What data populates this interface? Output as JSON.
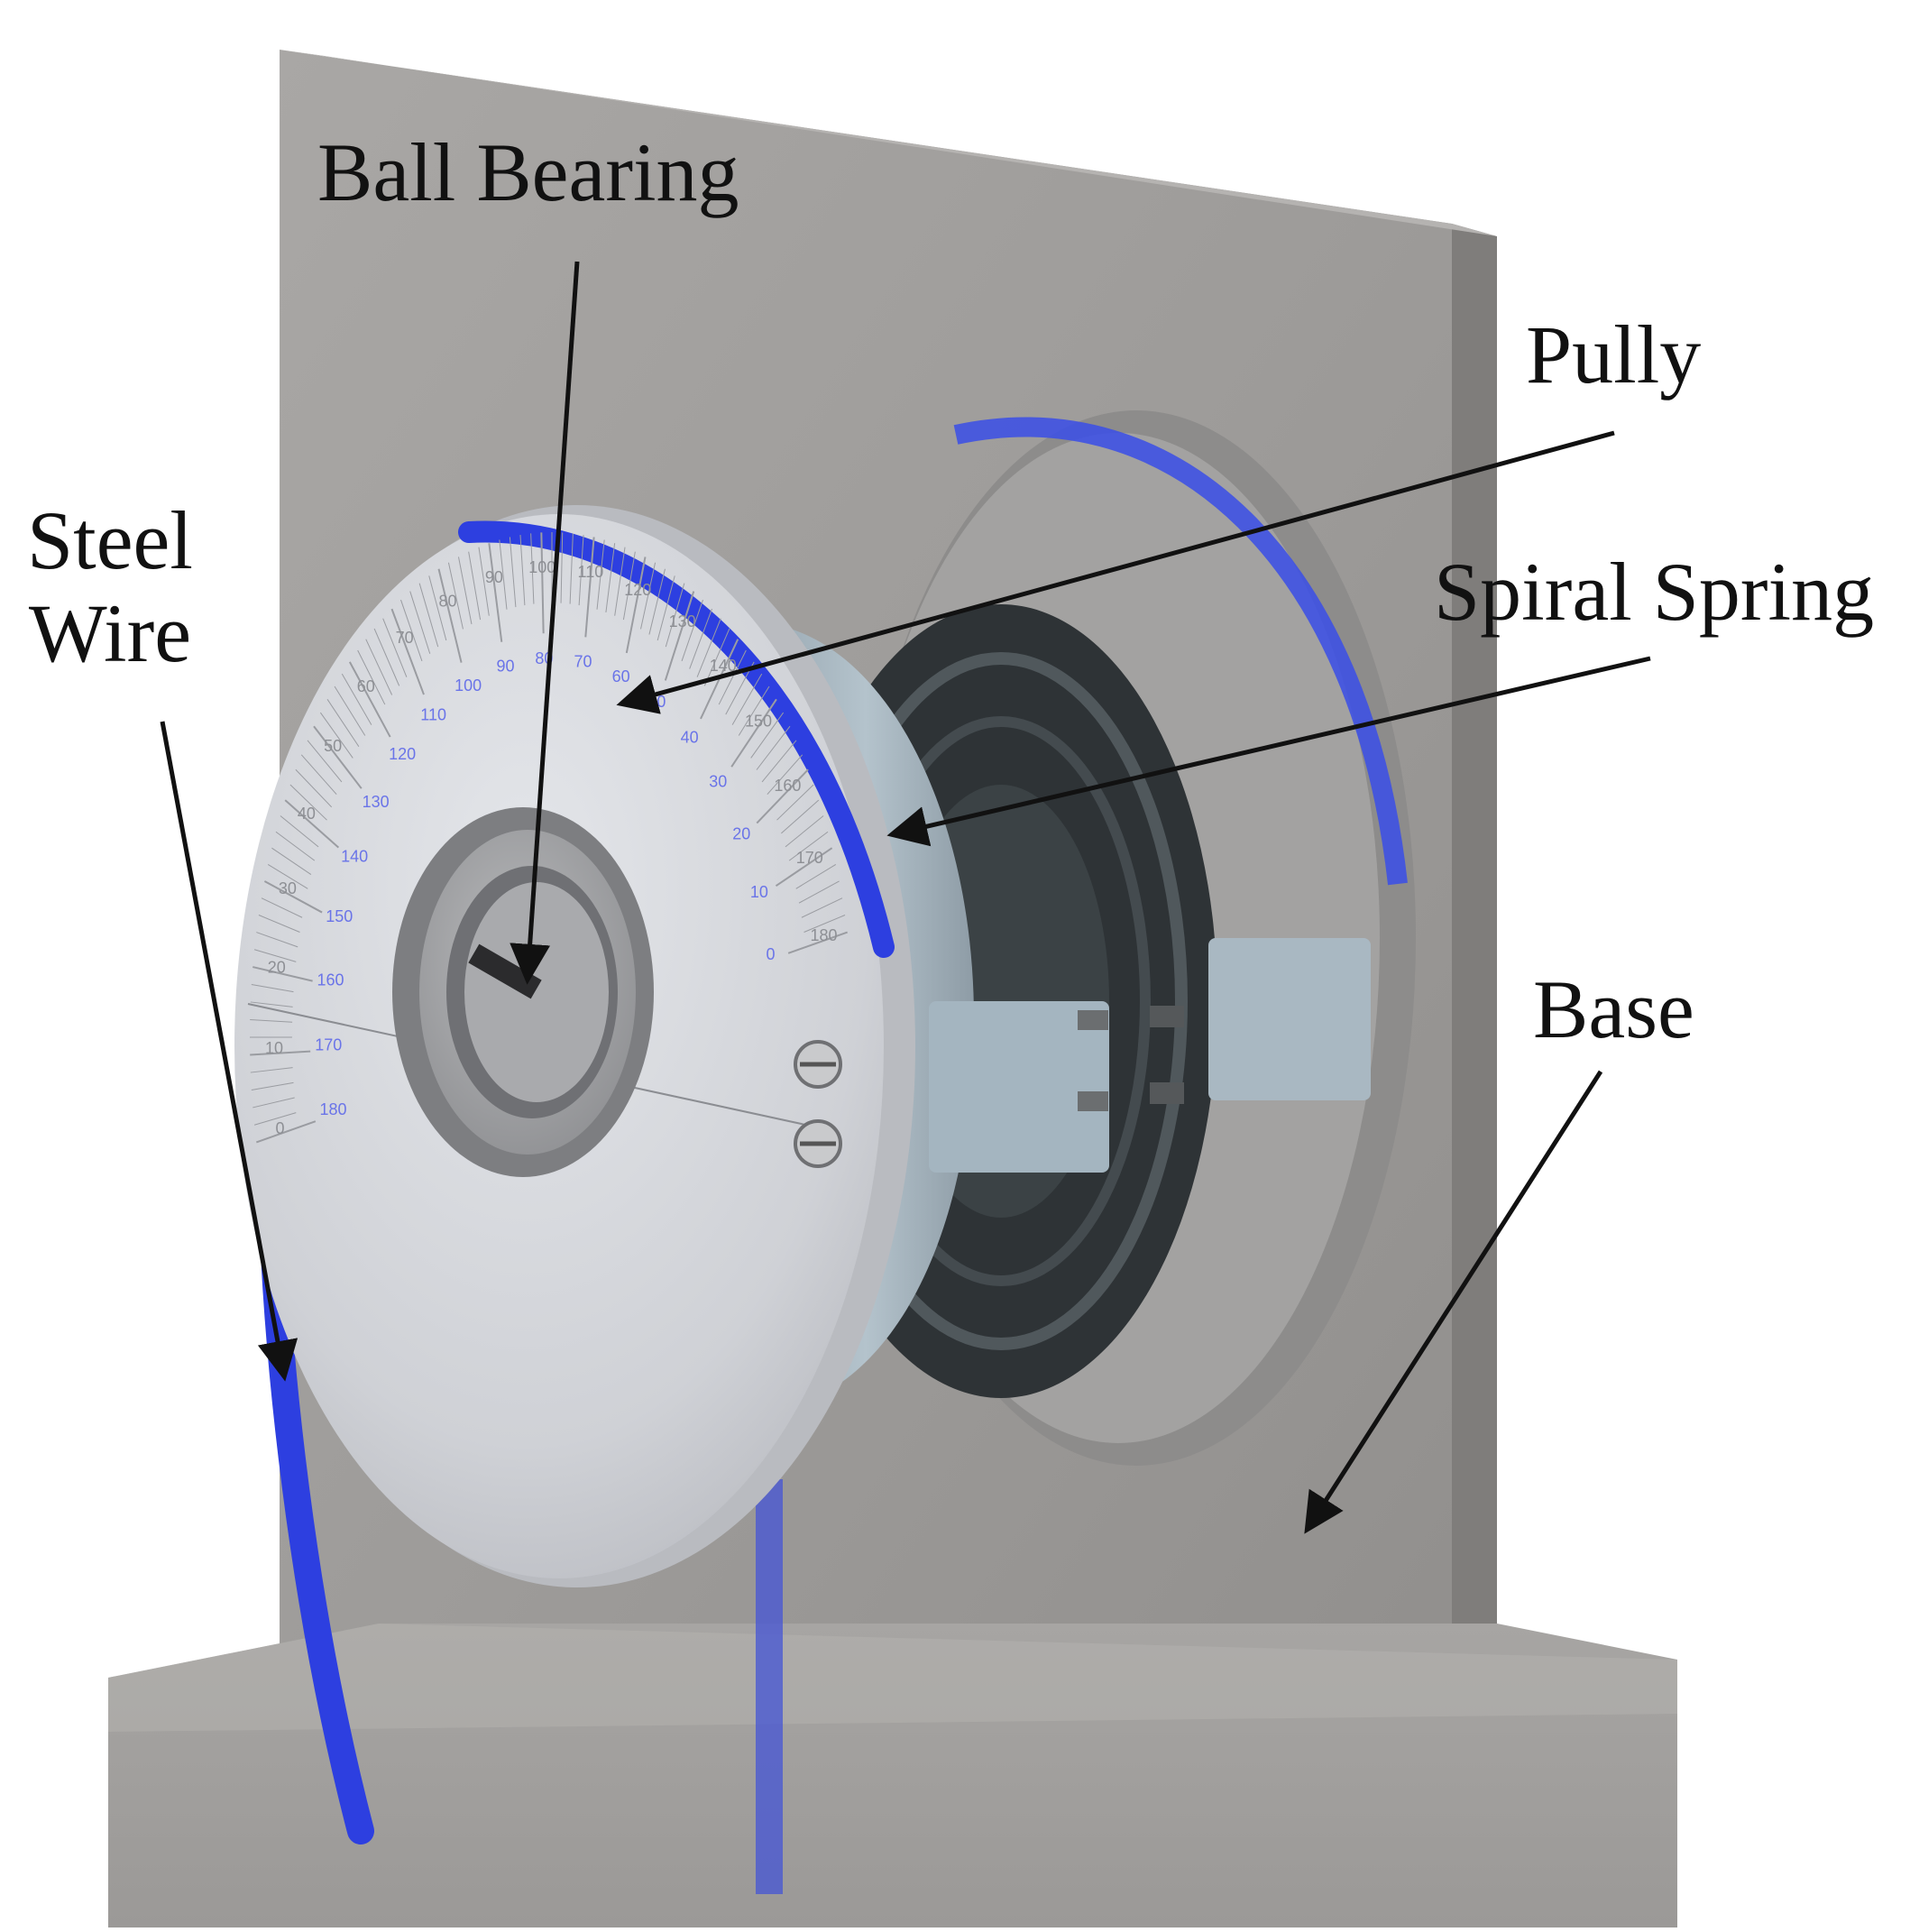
{
  "labels": {
    "ball_bearing": "Ball Bearing",
    "pully": "Pully",
    "spiral_spring": "Spiral Spring",
    "steel_wire_line1": "Steel",
    "steel_wire_line2": "Wire",
    "base": "Base"
  },
  "dial": {
    "outer_scale": [
      "0",
      "10",
      "20",
      "30",
      "40",
      "50",
      "60",
      "70",
      "80",
      "90",
      "100",
      "110",
      "120",
      "130",
      "140",
      "150",
      "160",
      "170",
      "180"
    ],
    "inner_scale": [
      "180",
      "170",
      "160",
      "150",
      "140",
      "130",
      "120",
      "110",
      "100",
      "90",
      "80",
      "70",
      "60",
      "50",
      "40",
      "30",
      "20",
      "10",
      "0"
    ]
  },
  "colors": {
    "wire": "#2d3fe0",
    "base": "#9a9896",
    "plate": "#c9cbd0",
    "arrow": "#111111"
  }
}
